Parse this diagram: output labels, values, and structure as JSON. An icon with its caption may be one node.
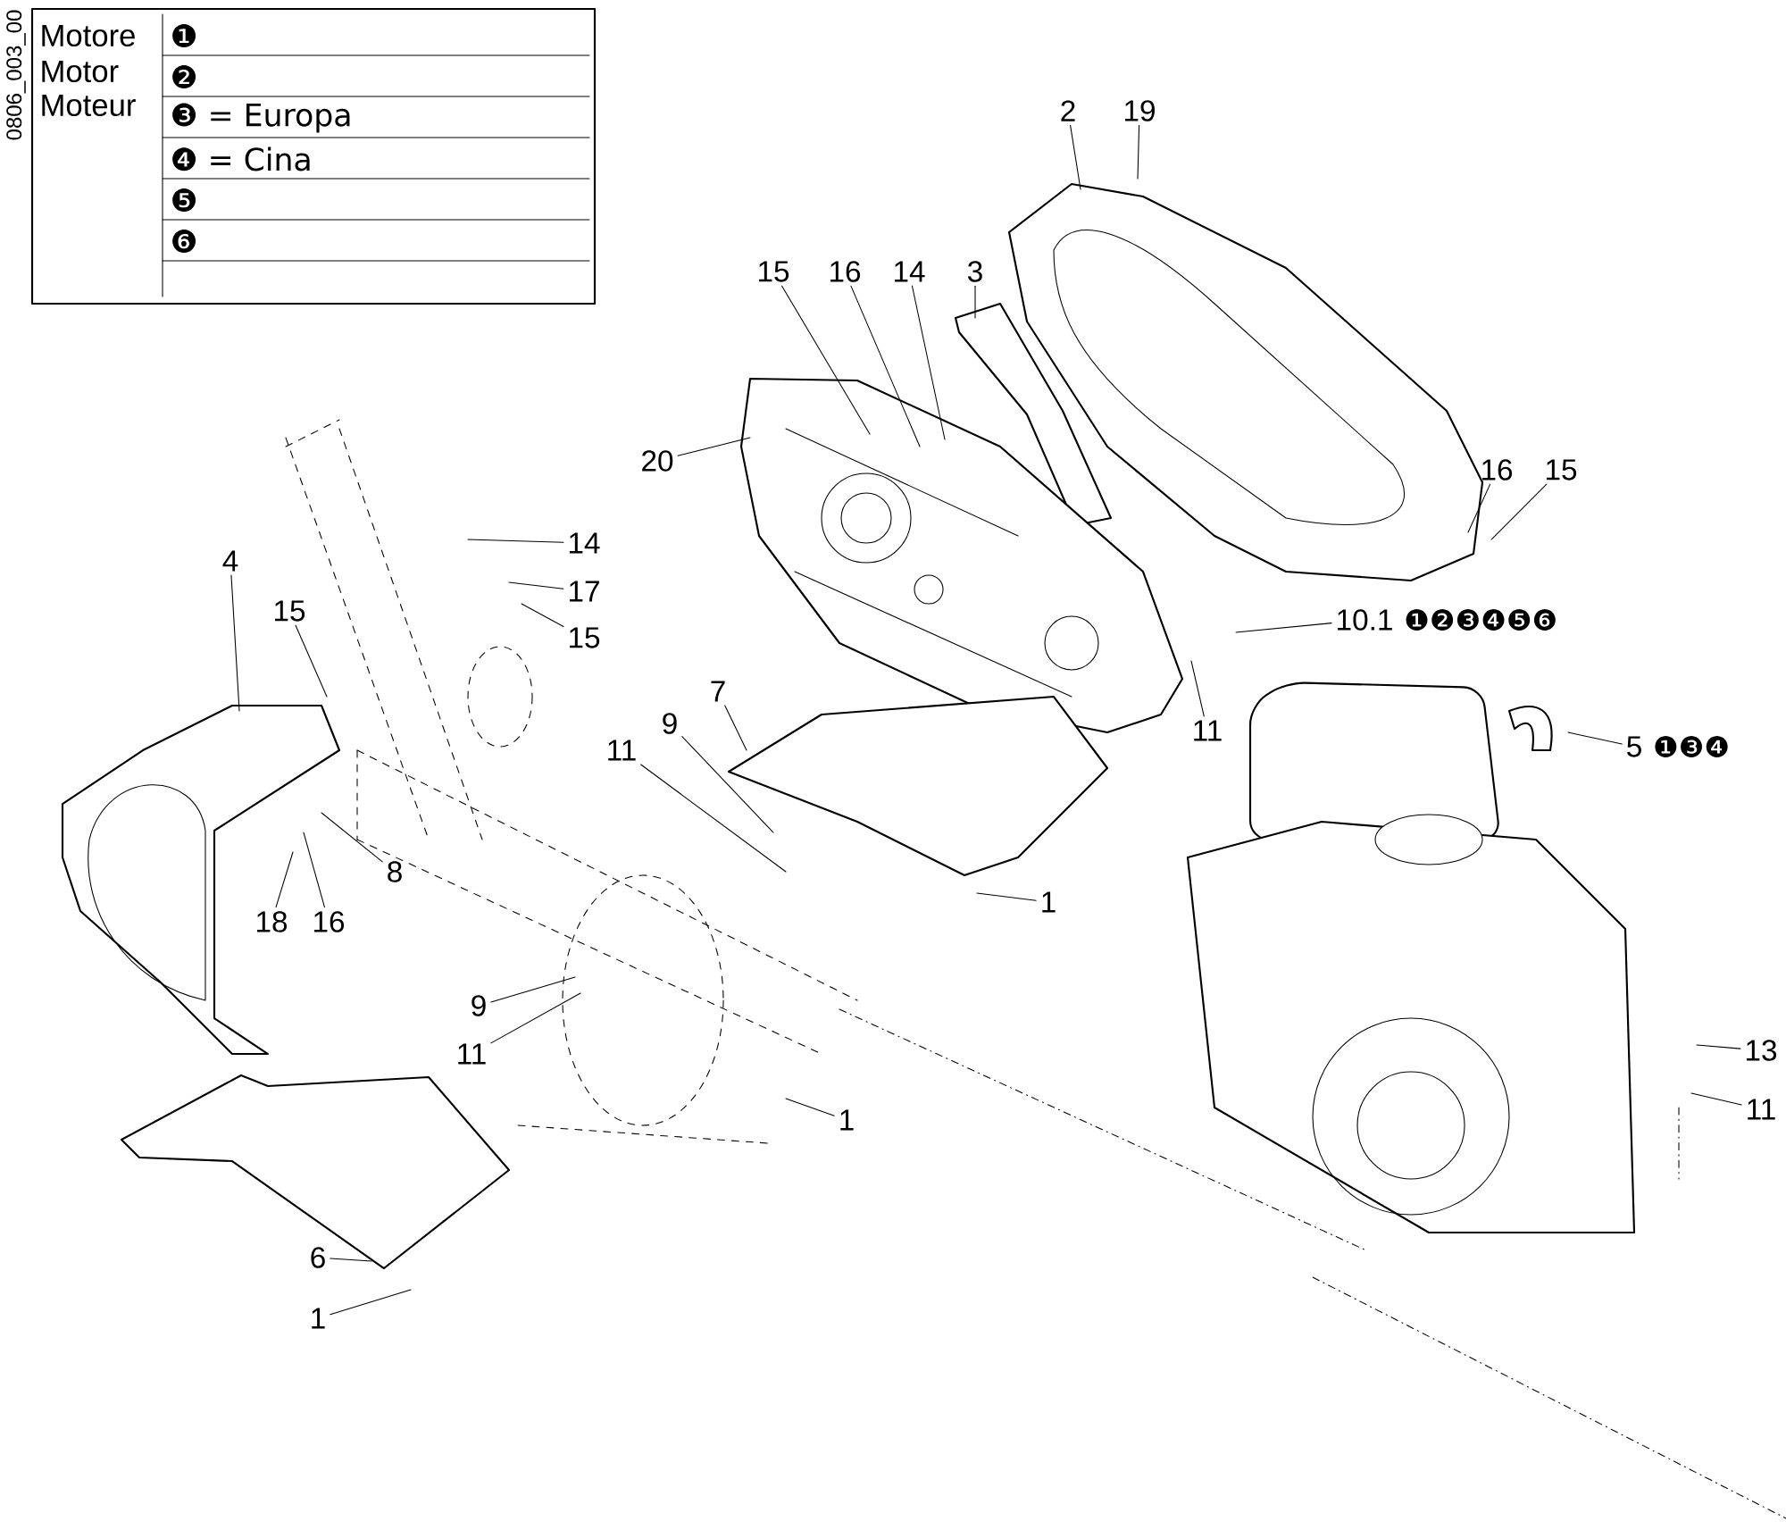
{
  "diagram": {
    "nodes": [
      {
        "text": [
          "2"
        ]
      },
      {
        "text": [
          "19"
        ]
      },
      {
        "text": [
          "15"
        ]
      },
      {
        "text": [
          "16"
        ]
      },
      {
        "text": [
          "14"
        ]
      },
      {
        "text": [
          "3"
        ]
      },
      {
        "text": [
          "20"
        ]
      },
      {
        "text": [
          "16"
        ]
      },
      {
        "text": [
          "15"
        ]
      },
      {
        "text": [
          "10.1"
        ],
        "beside": [
          "❶❷❸❹❺❻"
        ]
      },
      {
        "text": [
          "11"
        ]
      },
      {
        "text": [
          "14"
        ]
      },
      {
        "text": [
          "17"
        ]
      },
      {
        "text": [
          "15"
        ]
      },
      {
        "text": [
          "4"
        ]
      },
      {
        "text": [
          "15"
        ]
      },
      {
        "text": [
          "7"
        ]
      },
      {
        "text": [
          "9"
        ]
      },
      {
        "text": [
          "11"
        ]
      },
      {
        "text": [
          "5"
        ],
        "beside": [
          "❶❸❹"
        ]
      },
      {
        "text": [
          "8"
        ]
      },
      {
        "text": [
          "18"
        ]
      },
      {
        "text": [
          "16"
        ]
      },
      {
        "text": [
          "1"
        ]
      },
      {
        "text": [
          "9"
        ]
      },
      {
        "text": [
          "11"
        ]
      },
      {
        "text": [
          "13"
        ]
      },
      {
        "text": [
          "11"
        ]
      },
      {
        "text": [
          "1"
        ]
      },
      {
        "text": [
          "6"
        ]
      },
      {
        "text": [
          "1"
        ]
      }
    ],
    "edges": [
      {
        "from": 0,
        "to": null,
        "arrow": "none"
      },
      {
        "from": 1,
        "to": null,
        "arrow": "none"
      },
      {
        "from": 2,
        "to": null,
        "arrow": "none"
      },
      {
        "from": 3,
        "to": null,
        "arrow": "none"
      },
      {
        "from": 4,
        "to": null,
        "arrow": "none"
      },
      {
        "from": 5,
        "to": null,
        "arrow": "none"
      },
      {
        "from": 6,
        "to": null,
        "arrow": "none"
      },
      {
        "from": 7,
        "to": null,
        "arrow": "none"
      },
      {
        "from": 8,
        "to": null,
        "arrow": "none"
      },
      {
        "from": 9,
        "to": null,
        "arrow": "none"
      },
      {
        "from": 10,
        "to": null,
        "arrow": "none"
      },
      {
        "from": 11,
        "to": null,
        "arrow": "none"
      },
      {
        "from": 12,
        "to": null,
        "arrow": "none"
      },
      {
        "from": 13,
        "to": null,
        "arrow": "none"
      },
      {
        "from": 14,
        "to": null,
        "arrow": "none"
      },
      {
        "from": 15,
        "to": null,
        "arrow": "none"
      },
      {
        "from": 16,
        "to": null,
        "arrow": "none"
      },
      {
        "from": 17,
        "to": null,
        "arrow": "none"
      },
      {
        "from": 18,
        "to": null,
        "arrow": "none"
      },
      {
        "from": 19,
        "to": null,
        "arrow": "none"
      },
      {
        "from": 20,
        "to": null,
        "arrow": "none"
      },
      {
        "from": 21,
        "to": null,
        "arrow": "none"
      },
      {
        "from": 22,
        "to": null,
        "arrow": "none"
      },
      {
        "from": 23,
        "to": null,
        "arrow": "none"
      },
      {
        "from": 24,
        "to": null,
        "arrow": "none"
      },
      {
        "from": 25,
        "to": null,
        "arrow": "none"
      },
      {
        "from": 26,
        "to": null,
        "arrow": "none"
      },
      {
        "from": 27,
        "to": null,
        "arrow": "none"
      },
      {
        "from": 28,
        "to": null,
        "arrow": "none"
      },
      {
        "from": 29,
        "to": null,
        "arrow": "none"
      },
      {
        "from": 30,
        "to": null,
        "arrow": "none"
      }
    ],
    "labels": [
      "0806_003_00",
      "Motore",
      "Motor",
      "Moteur",
      "❶",
      "❷",
      "❸ = Europa",
      "❹ = Cina",
      "❺",
      "❻"
    ]
  }
}
